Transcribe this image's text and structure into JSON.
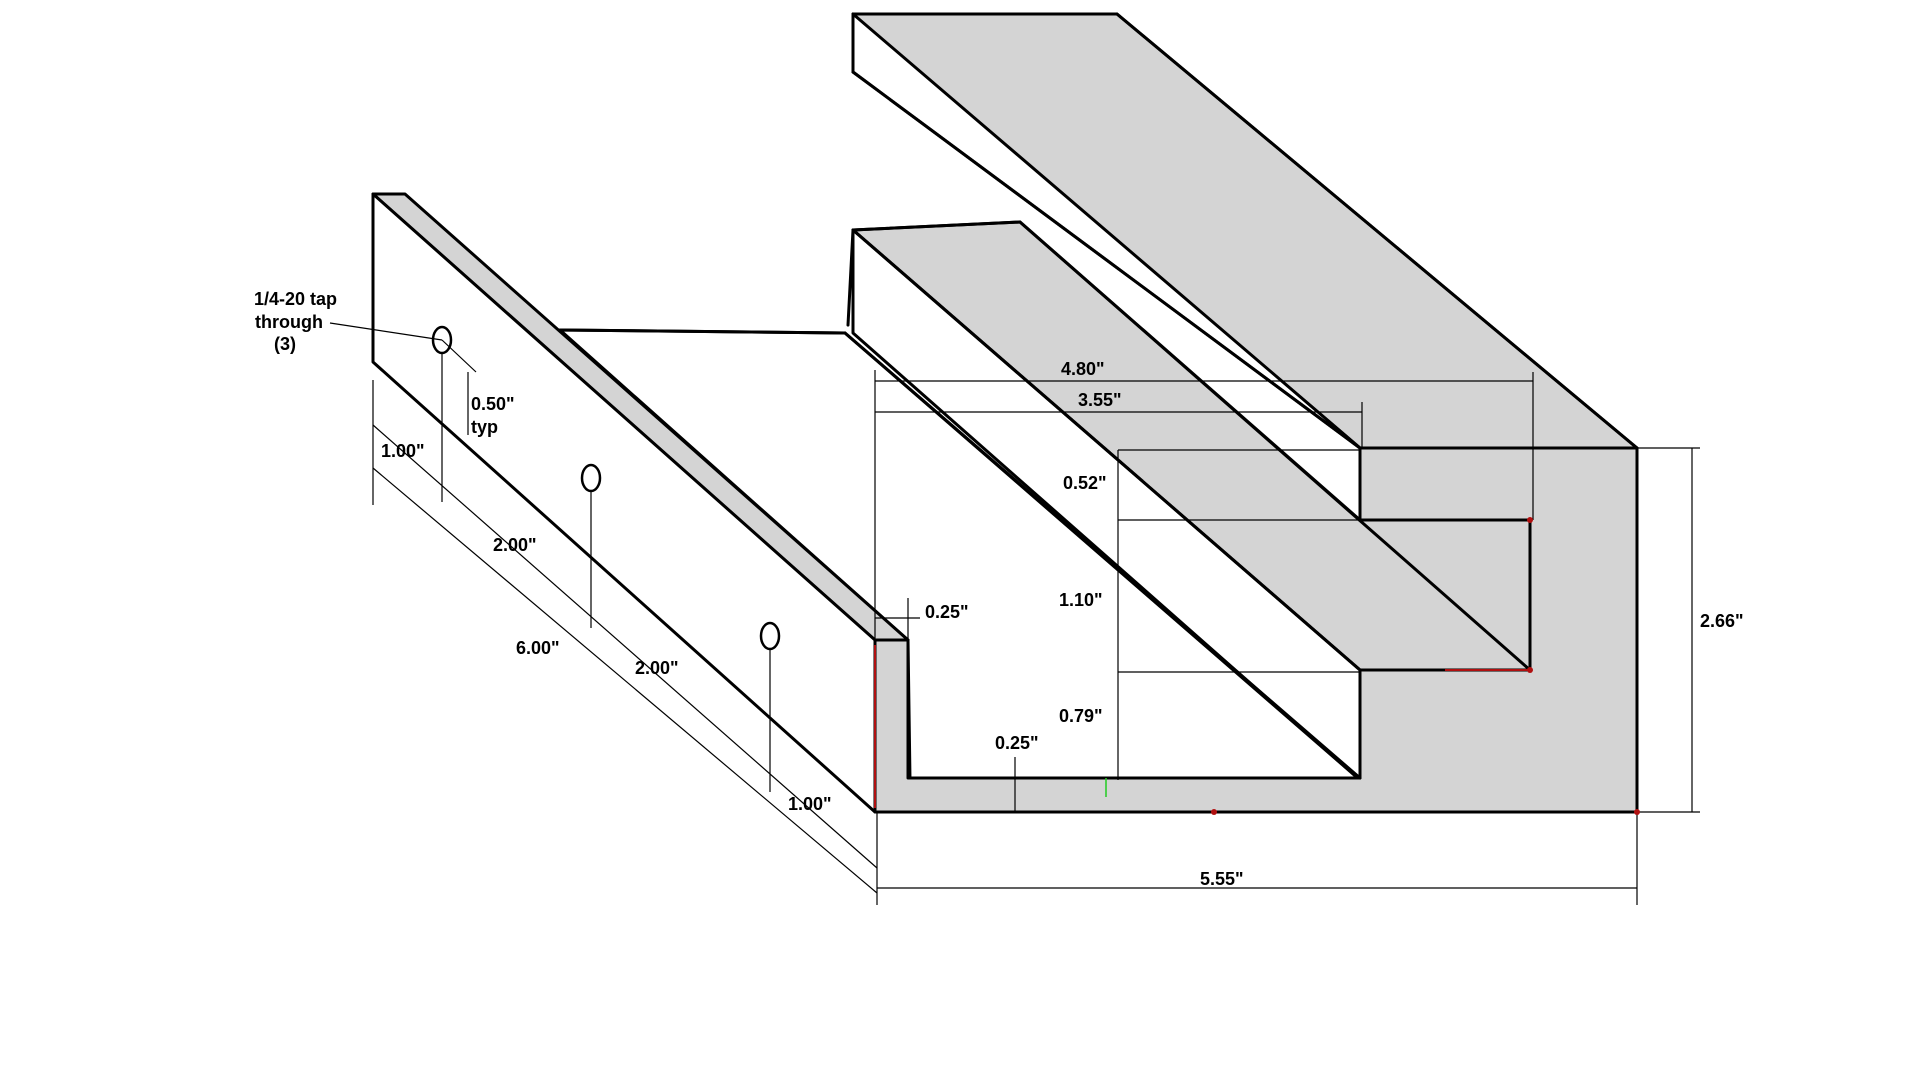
{
  "tap_note": {
    "line1": "1/4-20 tap",
    "line2": "through",
    "line3": "(3)"
  },
  "dimensions": {
    "hole_offset": "0.50\"",
    "hole_offset_note": "typ",
    "hole_spacing_first": "1.00\"",
    "hole_spacing_mid1": "2.00\"",
    "hole_spacing_mid2": "2.00\"",
    "hole_spacing_last": "1.00\"",
    "overall_length": "6.00\"",
    "slot_width_outer": "4.80\"",
    "slot_width_inner": "3.55\"",
    "step_height_top": "0.52\"",
    "slot_height": "1.10\"",
    "step_height_bottom": "0.79\"",
    "wall_thickness": "0.25\"",
    "base_thickness": "0.25\"",
    "overall_height": "2.66\"",
    "overall_width": "5.55\""
  },
  "colors": {
    "face_gray": "#d4d4d4",
    "face_white": "#ffffff",
    "line": "#000000",
    "marker_red": "#b01010",
    "marker_green": "#22cc22"
  }
}
